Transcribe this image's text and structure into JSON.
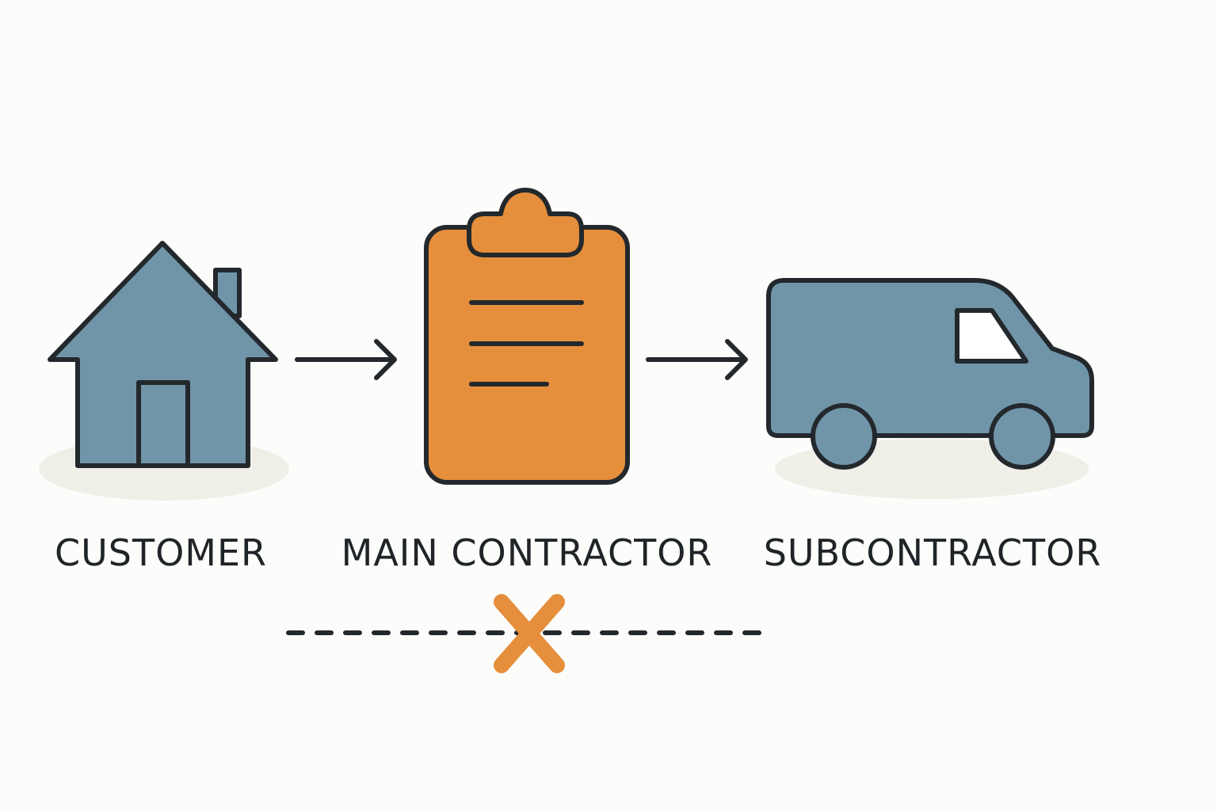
{
  "nodes": [
    {
      "id": "customer",
      "label": "CUSTOMER",
      "icon": "house-icon"
    },
    {
      "id": "main-contractor",
      "label": "MAIN CONTRACTOR",
      "icon": "clipboard-icon"
    },
    {
      "id": "subcontractor",
      "label": "SUBCONTRACTOR",
      "icon": "van-icon"
    }
  ],
  "edges": [
    {
      "from": "customer",
      "to": "main-contractor",
      "style": "solid-arrow"
    },
    {
      "from": "main-contractor",
      "to": "subcontractor",
      "style": "solid-arrow"
    },
    {
      "from": "customer",
      "to": "subcontractor",
      "style": "dashed",
      "status": "blocked",
      "marker": "x-icon"
    }
  ],
  "colors": {
    "background": "#fcfcfa",
    "blue": "#7095a9",
    "orange": "#e58f3c",
    "outline": "#23282c",
    "shadow": "#efeee7"
  }
}
